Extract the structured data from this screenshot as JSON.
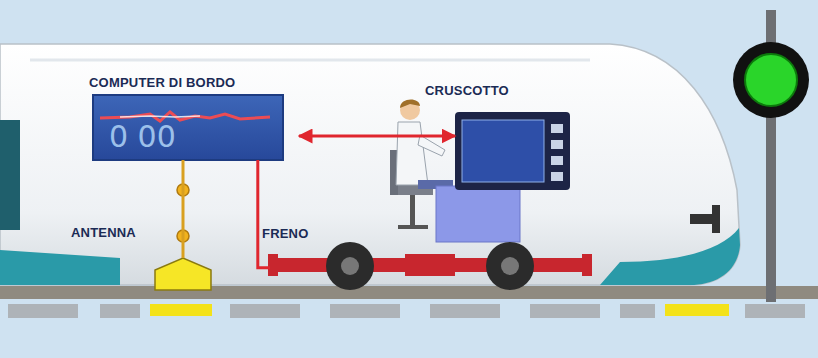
{
  "diagram": {
    "nodes": [
      {
        "text": [
          "COMPUTER DI BORDO",
          "0 00"
        ]
      },
      {
        "text": [
          "CRUSCOTTO"
        ]
      },
      {
        "text": [
          "ANTENNA"
        ]
      },
      {
        "text": [
          "FRENO"
        ]
      }
    ],
    "edges": [
      {
        "from": 0,
        "to": 1,
        "arrow": "both"
      },
      {
        "from": 0,
        "to": 2,
        "arrow": "none"
      },
      {
        "from": 0,
        "to": 3,
        "arrow": "none"
      }
    ]
  }
}
